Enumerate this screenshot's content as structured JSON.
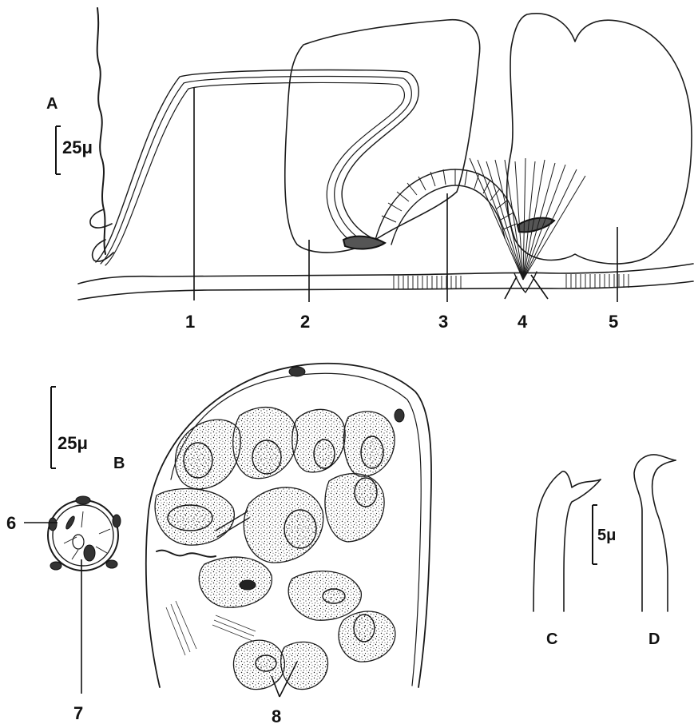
{
  "panels": {
    "a": "A",
    "b": "B",
    "c": "C",
    "d": "D"
  },
  "scale_bars": {
    "a": "25μ",
    "b": "25μ",
    "cd": "5μ"
  },
  "callouts": [
    "1",
    "2",
    "3",
    "4",
    "5",
    "6",
    "7",
    "8"
  ],
  "colors": {
    "ink": "#1a1a1a",
    "background": "#ffffff"
  }
}
